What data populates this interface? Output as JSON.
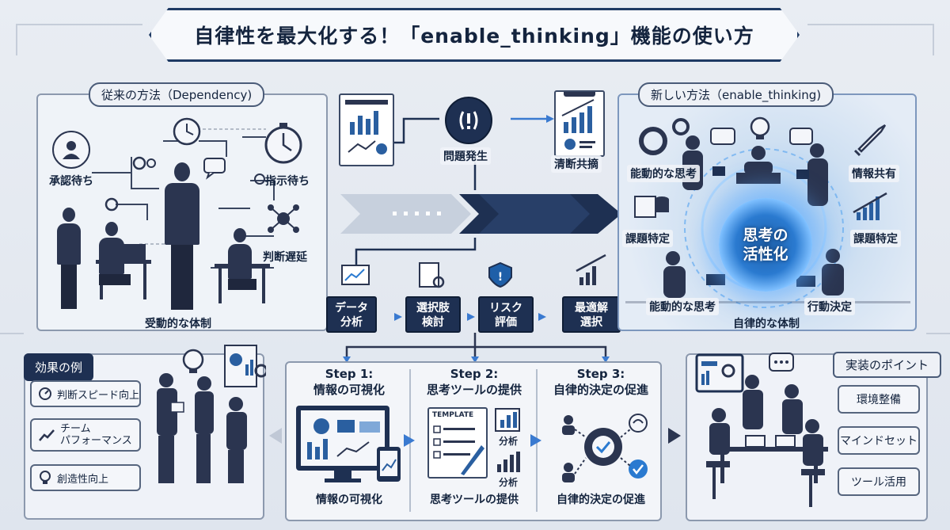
{
  "title": "自律性を最大化する！「enable_thinking」機能の使い方",
  "old_method": {
    "tab": "従来の方法（Dependency)",
    "labels": {
      "approval_wait": "承認待ち",
      "instruction_wait": "指示待ち",
      "decision_delay": "判断遅延",
      "passive_system": "受動的な体制"
    }
  },
  "center_flow": {
    "problem": "問題発生",
    "decision": "清断共摘",
    "steps": [
      {
        "line1": "データ",
        "line2": "分析"
      },
      {
        "line1": "選択肢",
        "line2": "検討"
      },
      {
        "line1": "リスク",
        "line2": "評価"
      },
      {
        "line1": "最適解",
        "line2": "選択"
      }
    ]
  },
  "new_method": {
    "tab": "新しい方法（enable_thinking)",
    "core_line1": "思考の",
    "core_line2": "活性化",
    "labels": {
      "active_thinking_top": "能動的な思考",
      "info_share": "情報共有",
      "issue_top_left": "課題特定",
      "issue_right": "課題特定",
      "active_thinking_bottom": "能動的な思考",
      "action_decision": "行動決定",
      "autonomous_system": "自律的な体制"
    }
  },
  "effects": {
    "tab": "効果の例",
    "items": [
      {
        "label": "判断スピード向上",
        "icon": "gauge-icon"
      },
      {
        "label_line1": "チーム",
        "label_line2": "パフォーマンス",
        "icon": "chart-icon"
      },
      {
        "label": "創造性向上",
        "icon": "lightbulb-icon"
      }
    ]
  },
  "steps_section": {
    "step1_title_line1": "Step 1:",
    "step1_title_line2": "情報の可視化",
    "step1_caption": "情報の可視化",
    "step2_title_line1": "Step 2:",
    "step2_title_line2": "思考ツールの提供",
    "step2_caption": "思考ツールの提供",
    "step2_template": "TEMPLATE",
    "step2_analysis_a": "分析",
    "step2_analysis_b": "分析",
    "step3_title_line1": "Step 3:",
    "step3_title_line2": "自律的決定の促進",
    "step3_caption": "自律的決定の促進"
  },
  "implementation": {
    "tab": "実装のポイント",
    "items": [
      "環境整備",
      "マインドセット",
      "ツール活用"
    ]
  },
  "colors": {
    "navy": "#1e3052",
    "accent_blue": "#2a7ad0",
    "glow": "#7fc0ff"
  }
}
